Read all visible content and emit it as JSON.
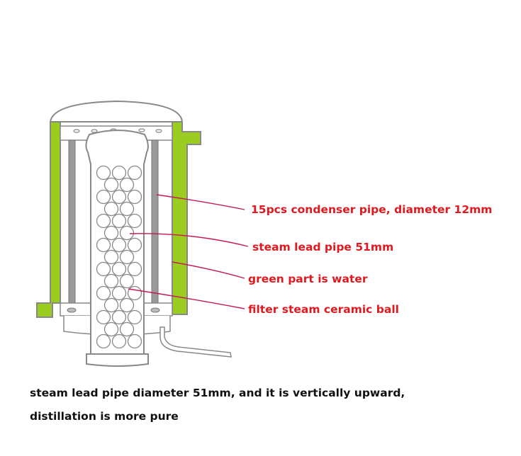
{
  "colors": {
    "water": "#9ACD1F",
    "outline": "#888888",
    "label": "#E0191F",
    "leader": "#C3185A",
    "pipe": "#9A9A9A",
    "caption": "#111111"
  },
  "labels": {
    "condenser": "15pcs condenser pipe, diameter 12mm",
    "steam_pipe": "steam lead pipe 51mm",
    "water": "green part is water",
    "ceramic_ball": "filter steam ceramic ball"
  },
  "caption": {
    "line1": "steam lead pipe diameter 51mm, and it is vertically upward,",
    "line2": "distillation is more pure"
  }
}
